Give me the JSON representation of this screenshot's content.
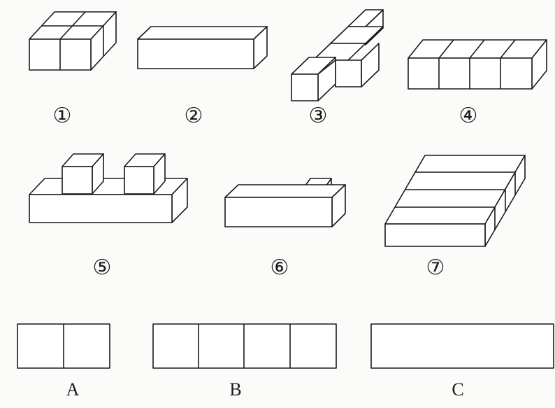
{
  "figure_labels": [
    "①",
    "②",
    "③",
    "④",
    "⑤",
    "⑥",
    "⑦"
  ],
  "view_labels": [
    "A",
    "B",
    "C"
  ]
}
